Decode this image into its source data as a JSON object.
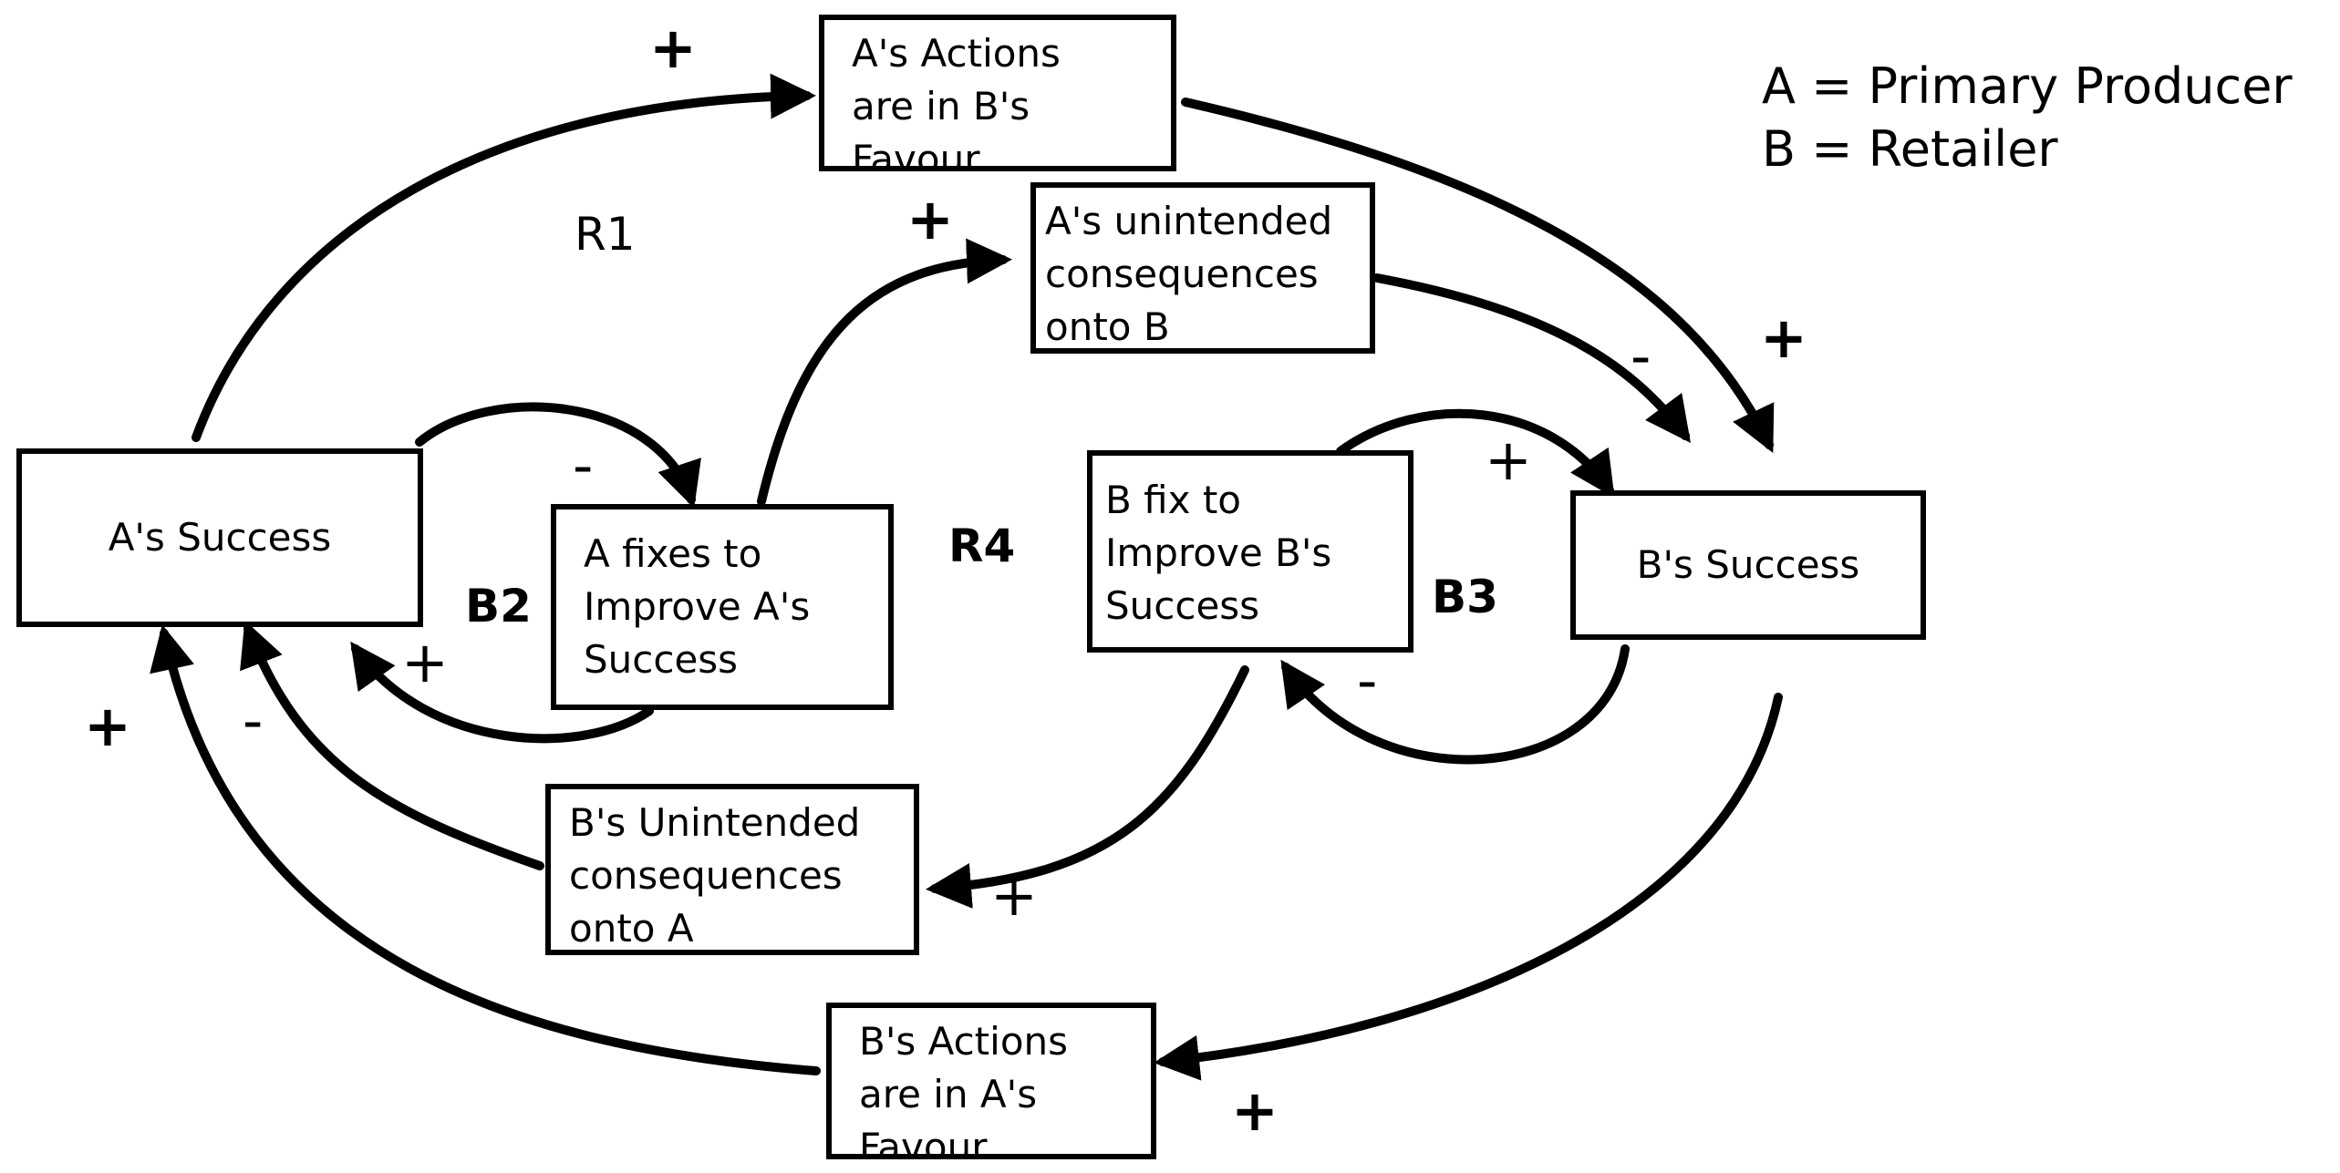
{
  "nodes": {
    "a_actions": "A's Actions\nare in B's\nFavour",
    "a_unintended": "A's unintended\nconsequences\nonto B",
    "a_success": "A's Success",
    "a_fixes": "A fixes to\nImprove A's\nSuccess",
    "b_fix": "B fix to\nImprove B's\nSuccess",
    "b_success": "B's Success",
    "b_unintended": "B's Unintended\nconsequences\nonto A",
    "b_actions": "B's Actions\nare in A's\nFavour"
  },
  "loops": {
    "r1": "R1",
    "r4": "R4",
    "b2": "B2",
    "b3": "B3"
  },
  "legend": {
    "line_a": "A = Primary Producer",
    "line_b": "B = Retailer"
  },
  "polarities": {
    "top_left": "+",
    "unintended_b": "+",
    "to_b_success_right": "+",
    "to_b_success_left": "-",
    "b3_top": "+",
    "b2_top": "-",
    "b2_bottom": "+",
    "b3_bottom": "-",
    "left_outer": "+",
    "left_inner": "-",
    "b_unintended_in": "+",
    "bottom": "+"
  },
  "colors": {
    "ink": "#000000",
    "background": "#ffffff"
  }
}
